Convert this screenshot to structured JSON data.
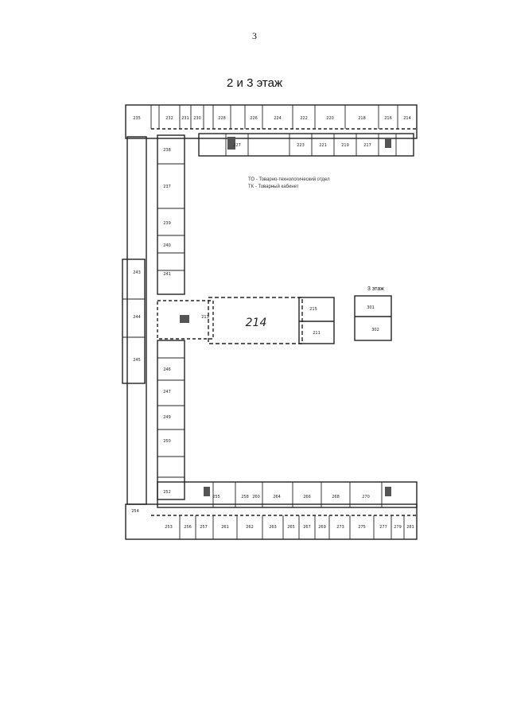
{
  "page": {
    "number": "3"
  },
  "plan": {
    "title": "2 и 3 этаж",
    "floor3_label": "3 этаж",
    "legend": [
      "ТО - Товарно-технологический отдел",
      "ТК - Товарный кабинет"
    ],
    "rooms": {
      "r235": "235",
      "r232": "232",
      "r231": "231",
      "r230": "230",
      "r228": "228",
      "r226": "226",
      "r224": "224",
      "r222": "222",
      "r220": "220",
      "r218": "218",
      "r216": "216",
      "r214": "214",
      "r227": "227",
      "r223": "223",
      "r221": "221",
      "r219": "219",
      "r217": "217",
      "r238": "238",
      "r237": "237",
      "r239": "239",
      "r240": "240",
      "r241": "241",
      "r243": "243",
      "r244": "244",
      "r245": "245",
      "r213": "213",
      "r214c": "214",
      "r215": "215",
      "r211": "211",
      "r301": "301",
      "r302": "302",
      "r246": "246",
      "r247": "247",
      "r249": "249",
      "r250": "250",
      "r252": "252",
      "r254": "254",
      "r253": "253",
      "r255": "255",
      "r256": "256",
      "r257": "257",
      "r258": "258",
      "r260": "260",
      "r261": "261",
      "r262": "262",
      "r263": "263",
      "r264": "264",
      "r265": "265",
      "r266": "266",
      "r267": "267",
      "r268": "268",
      "r269": "269",
      "r270": "270",
      "r273": "273",
      "r275": "275",
      "r277": "277",
      "r279": "279",
      "r281": "281"
    }
  }
}
